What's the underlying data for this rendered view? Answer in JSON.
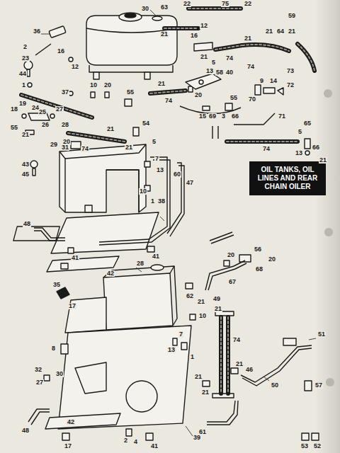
{
  "diagram": {
    "nodes": [
      {
        "text": [
          "OIL TANKS, OIL LINES AND REAR CHAIN OILER"
        ]
      }
    ],
    "edges": [],
    "labels": [
      "36",
      "30",
      "63",
      "22",
      "75",
      "22",
      "2",
      "16",
      "21",
      "16",
      "12",
      "21",
      "74",
      "21",
      "59",
      "21",
      "64",
      "21",
      "23",
      "12",
      "5",
      "13",
      "58",
      "40",
      "74",
      "73",
      "44",
      "9",
      "14",
      "72",
      "70",
      "1",
      "37",
      "10",
      "20",
      "55",
      "21",
      "74",
      "20",
      "18",
      "19",
      "24",
      "25",
      "26",
      "27",
      "28",
      "55",
      "21",
      "20",
      "74",
      "21",
      "54",
      "21",
      "15",
      "69",
      "3",
      "66",
      "55",
      "71",
      "65",
      "5",
      "74",
      "13",
      "66",
      "21",
      "29",
      "31",
      "43",
      "45",
      "5",
      "7",
      "13",
      "60",
      "47",
      "10",
      "1",
      "48",
      "38",
      "41",
      "41",
      "42",
      "20",
      "56",
      "68",
      "20",
      "67",
      "49",
      "21",
      "28",
      "35",
      "17",
      "62",
      "21",
      "10",
      "74",
      "51",
      "8",
      "7",
      "1",
      "13",
      "21",
      "46",
      "50",
      "57",
      "32",
      "27",
      "30",
      "48",
      "42",
      "17",
      "2",
      "4",
      "41",
      "39",
      "21",
      "61",
      "21",
      "53",
      "52"
    ]
  }
}
